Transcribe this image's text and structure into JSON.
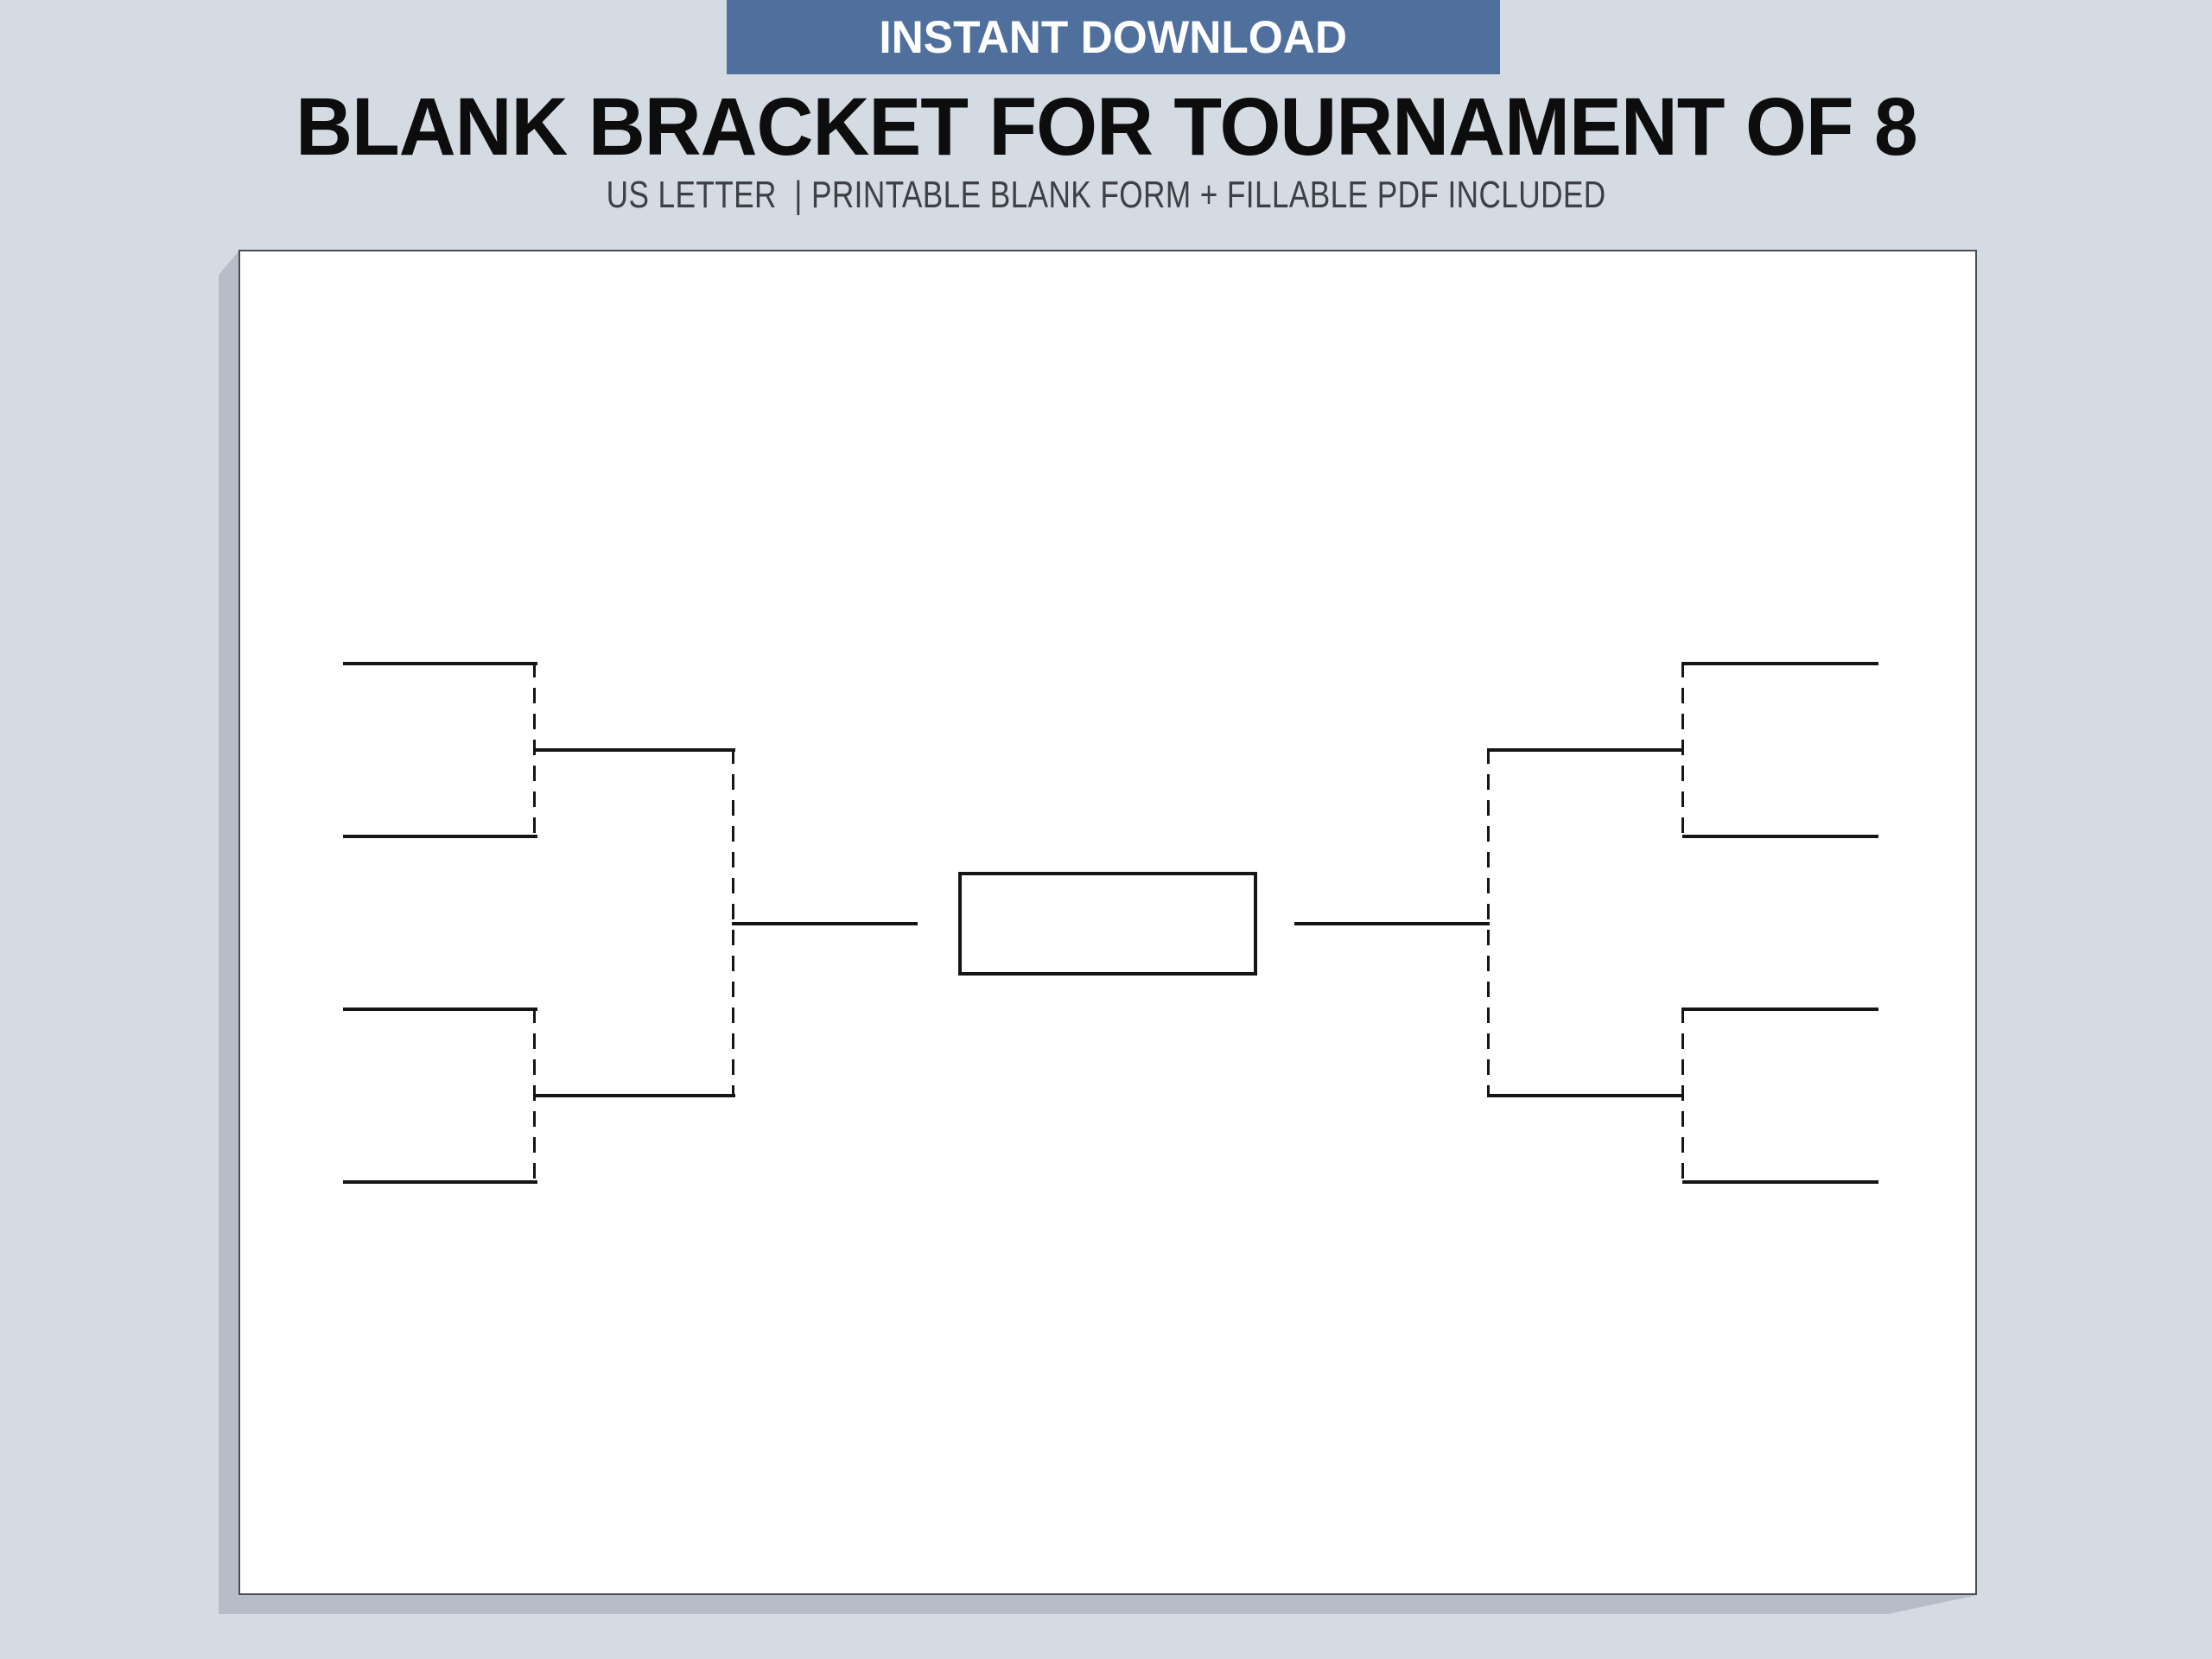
{
  "banner": {
    "label": "INSTANT DOWNLOAD"
  },
  "heading": {
    "title": "BLANK BRACKET FOR TOURNAMENT OF 8",
    "subtitle": "US LETTER  | PRINTABLE BLANK FORM + FILLABLE PDF INCLUDED"
  },
  "bracket": {
    "type": "single-elimination",
    "team_count": 8,
    "sides": 2,
    "first_round_slots_per_side": 4,
    "all_slots_blank": true,
    "final_slot": ""
  },
  "colors": {
    "background": "#d4dbe3",
    "banner_bg": "#4f6f9d",
    "banner_text": "#ffffff",
    "title_text": "#0d0d0d",
    "subtitle_text": "#3e4045",
    "page_bg": "#ffffff",
    "page_border": "#4a4d52",
    "page_shadow": "#b6bdc8",
    "line": "#151515"
  }
}
